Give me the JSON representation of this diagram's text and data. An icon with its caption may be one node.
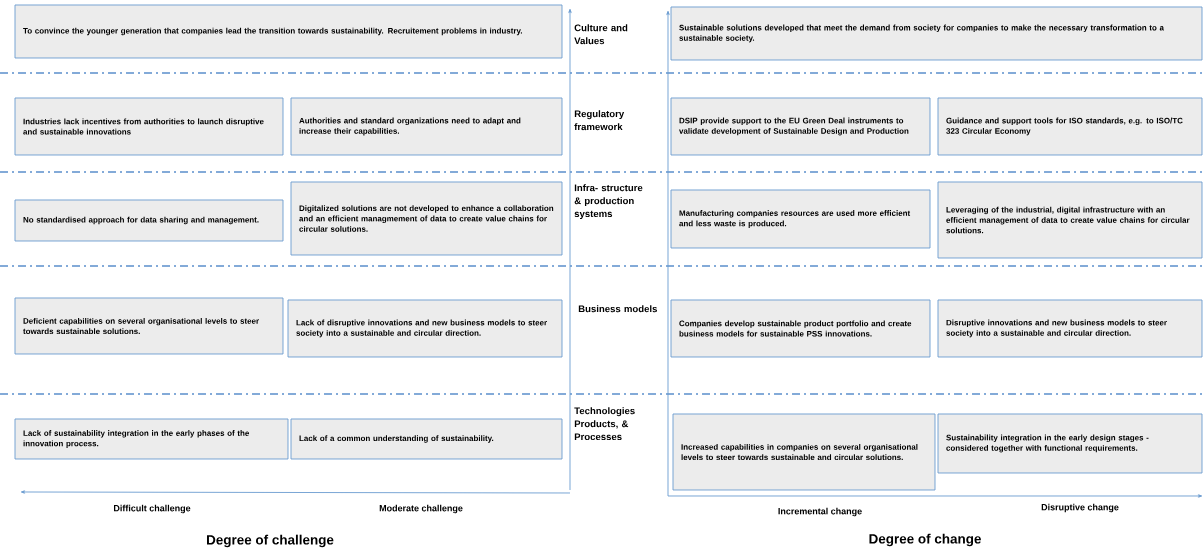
{
  "diagram": {
    "nodes": [
      {
        "text": [
          "To convince the younger generation that companies lead the transition towards sustainability. Recruitement problems in industry."
        ]
      },
      {
        "text": [
          "Sustainable solutions developed that meet the demand from society for companies to make the necessary transformation to a sustainable society."
        ]
      },
      {
        "text": [
          "Industries lack incentives from authorities to launch disruptive and sustainable innovations"
        ]
      },
      {
        "text": [
          "Authorities and standard organizations need to adapt and increase their capabilities."
        ]
      },
      {
        "text": [
          "DSIP provide support to the EU Green Deal instruments to validate development of Sustainable Design and Production"
        ]
      },
      {
        "text": [
          "Guidance and support tools for ISO standards, e.g. to ISO/TC 323  Circular Economy"
        ]
      },
      {
        "text": [
          "No standardised approach for data sharing and management."
        ]
      },
      {
        "text": [
          "Digitalized solutions are not developed to enhance a collaboration and an efficient managmement of data to create value chains for circular solutions."
        ]
      },
      {
        "text": [
          "Manufacturing companies resources are used more efficient and less waste is produced."
        ]
      },
      {
        "text": [
          "Leveraging of the industrial, digital infrastructure with an efficient management of data to create value chains for circular solutions."
        ]
      },
      {
        "text": [
          "Deficient capabilities on several organisational levels to steer towards sustainable solutions."
        ]
      },
      {
        "text": [
          "Lack of disruptive innovations and new business models to steer society into a sustainable and circular direction."
        ]
      },
      {
        "text": [
          "Companies develop sustainable product portfolio and create business models for sustainable PSS innovations."
        ]
      },
      {
        "text": [
          "Disruptive innovations and new business models to steer society into a sustainable and circular direction."
        ]
      },
      {
        "text": [
          "Lack of sustainability integration in the early phases of the innovation process."
        ]
      },
      {
        "text": [
          "Lack of a common understanding of sustainability."
        ]
      },
      {
        "text": [
          "Increased capabilities in companies on several organisational levels to steer towards sustainable and circular solutions."
        ]
      },
      {
        "text": [
          "Sustainability integration in the early design stages - considered together with functional requirements."
        ]
      }
    ],
    "labels": [
      "Culture and Values",
      "Regulatory framework",
      "Infra- structure & production systems",
      "Business models",
      "Technologies Products, & Processes",
      "Difficult challenge",
      "Moderate challenge",
      "Incremental change",
      "Disruptive change",
      "Degree of challenge",
      "Degree of change"
    ]
  }
}
